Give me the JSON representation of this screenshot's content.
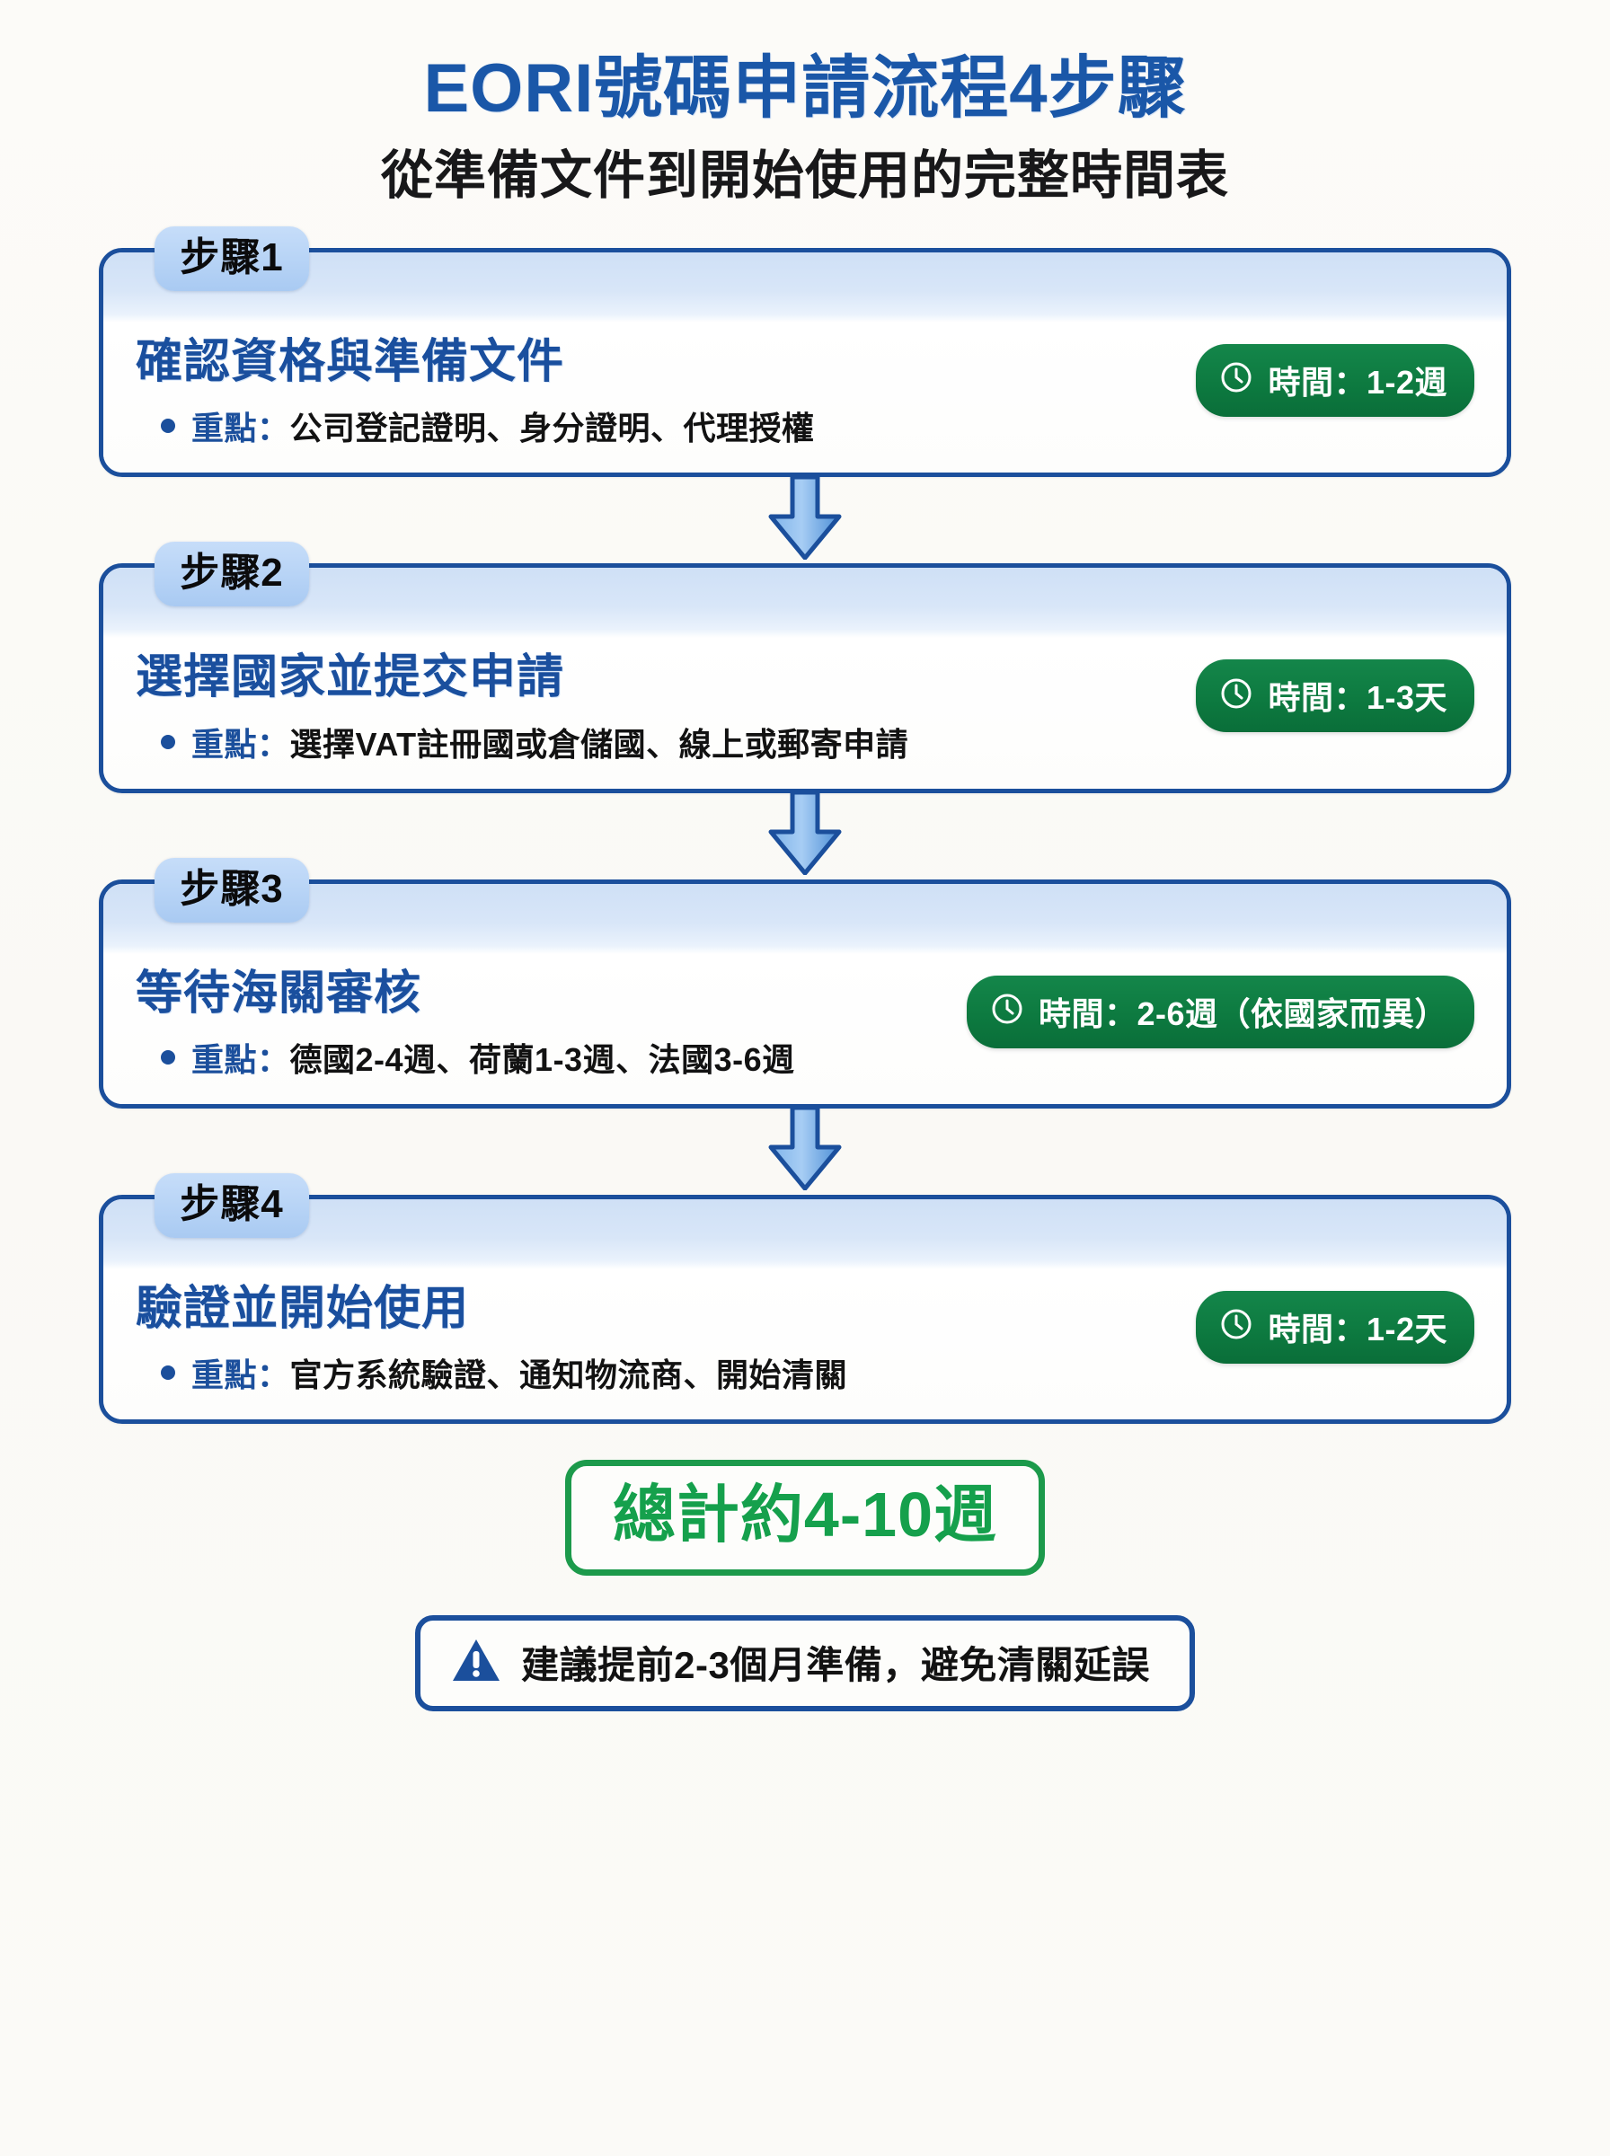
{
  "header": {
    "title": "EORI號碼申請流程4步驟",
    "subtitle": "從準備文件到開始使用的完整時間表"
  },
  "colors": {
    "brand_blue": "#1a57a8",
    "card_border_blue": "#1b4f9c",
    "card_title_blue": "#1a4f9e",
    "band_light_blue": "#d4e4f7",
    "badge_green": "#0d7a40",
    "total_green": "#15a04c",
    "page_background": "#fbfaf7"
  },
  "steps": [
    {
      "tab_label": "步驟1",
      "title": "確認資格與準備文件",
      "bullet_key": "重點：",
      "bullet_detail": "公司登記證明、身分證明、代理授權",
      "time_label": "時間：1-2週",
      "time_icon": "clock-icon"
    },
    {
      "tab_label": "步驟2",
      "title": "選擇國家並提交申請",
      "bullet_key": "重點：",
      "bullet_detail": "選擇VAT註冊國或倉儲國、線上或郵寄申請",
      "time_label": "時間：1-3天",
      "time_icon": "clock-icon"
    },
    {
      "tab_label": "步驟3",
      "title": "等待海關審核",
      "bullet_key": "重點：",
      "bullet_detail": "德國2-4週、荷蘭1-3週、法國3-6週",
      "time_label": "時間：2-6週（依國家而異）",
      "time_icon": "clock-icon"
    },
    {
      "tab_label": "步驟4",
      "title": "驗證並開始使用",
      "bullet_key": "重點：",
      "bullet_detail": "官方系統驗證、通知物流商、開始清關",
      "time_label": "時間：1-2天",
      "time_icon": "clock-icon"
    }
  ],
  "connector": {
    "icon": "down-arrow-icon"
  },
  "total": {
    "text": "總計約4-10週"
  },
  "warning": {
    "icon": "warning-triangle-icon",
    "text": "建議提前2-3個月準備，避免清關延誤"
  }
}
